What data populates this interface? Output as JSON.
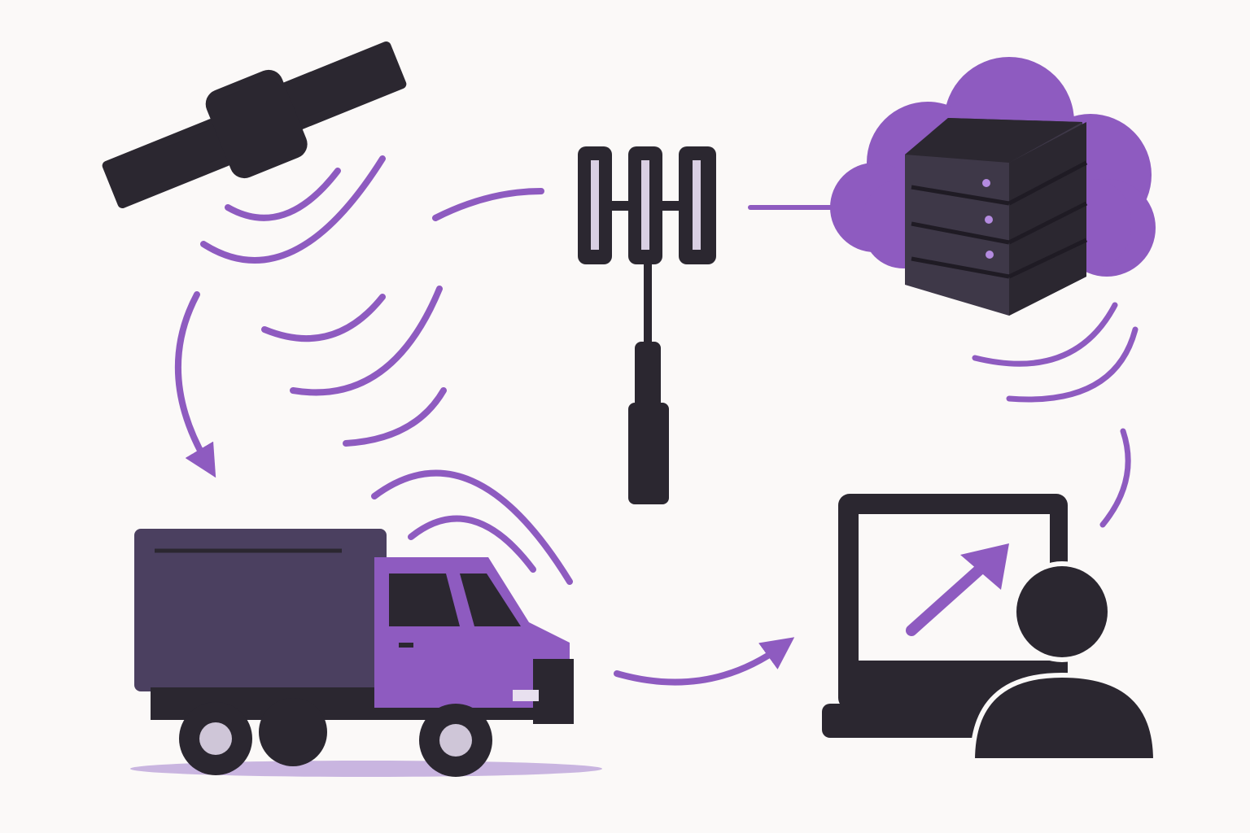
{
  "diagram": {
    "nodes": [
      {
        "id": "satellite",
        "icon": "satellite-icon"
      },
      {
        "id": "cell-tower",
        "icon": "cell-tower-antenna-icon"
      },
      {
        "id": "cloud-server",
        "icon": "cloud-server-icon"
      },
      {
        "id": "truck",
        "icon": "delivery-truck-icon"
      },
      {
        "id": "monitoring-user",
        "icon": "computer-user-icon"
      }
    ],
    "connections": [
      {
        "from": "satellite",
        "to": "truck",
        "style": "arrow"
      },
      {
        "from": "satellite",
        "to": "cell-tower",
        "style": "signal-waves"
      },
      {
        "from": "cell-tower",
        "to": "cloud-server",
        "style": "line"
      },
      {
        "from": "cloud-server",
        "to": "monitoring-user",
        "style": "signal-waves"
      },
      {
        "from": "truck",
        "to": "monitoring-user",
        "style": "arrow"
      }
    ],
    "colors": {
      "background": "#fbf9f8",
      "dark": "#2b2730",
      "accent": "#8e5bc0",
      "truck_box": "#4b4060",
      "server": "#3e3848"
    }
  }
}
